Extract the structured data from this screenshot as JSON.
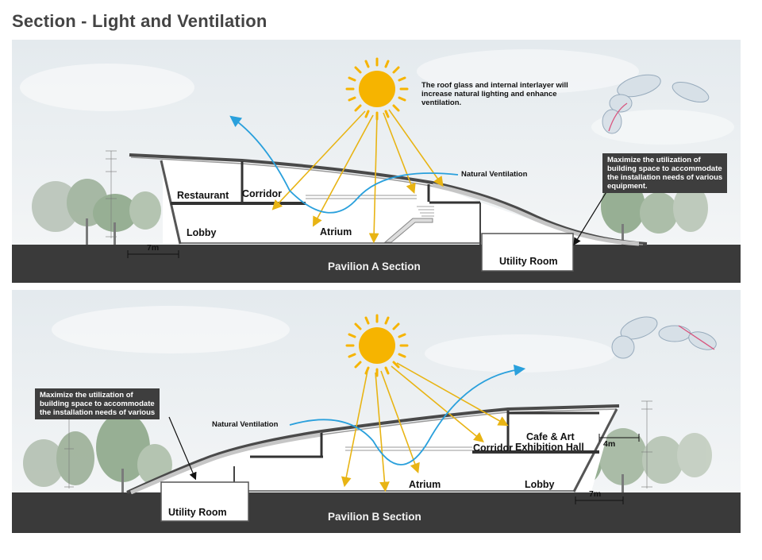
{
  "title": "Section - Light and Ventilation",
  "pavilion_a": {
    "section_name": "Pavilion A Section",
    "rooms": {
      "restaurant": "Restaurant",
      "corridor": "Corridor",
      "lobby": "Lobby",
      "atrium": "Atrium",
      "utility_room": "Utility Room"
    },
    "ventilation_label": "Natural Ventilation",
    "roof_note": [
      "The roof glass and internal interlayer will",
      "increase natural lighting and enhance",
      "ventilation."
    ],
    "callout": [
      "Maximize the utilization of",
      "building space to accommodate",
      "the installation needs of various",
      "equipment."
    ],
    "dimension": "7m"
  },
  "pavilion_b": {
    "section_name": "Pavilion B Section",
    "rooms": {
      "cafe_line1": "Cafe & Art",
      "cafe_line2": "Exhibition Hall",
      "corridor": "Corridor",
      "atrium": "Atrium",
      "lobby": "Lobby",
      "utility_room": "Utility Room"
    },
    "ventilation_label": "Natural Ventilation",
    "callout": [
      "Maximize the utilization of",
      "building space to accommodate",
      "the installation needs of various"
    ],
    "dimension_width": "4m",
    "dimension_ground": "7m"
  },
  "colors": {
    "sun": "#f6b400",
    "sun_ray": "#e8b414",
    "airflow": "#2aa0dc",
    "ground": "#3a3a3a",
    "callout_bg": "#3e3e3e",
    "sky": "#e9eef1"
  }
}
